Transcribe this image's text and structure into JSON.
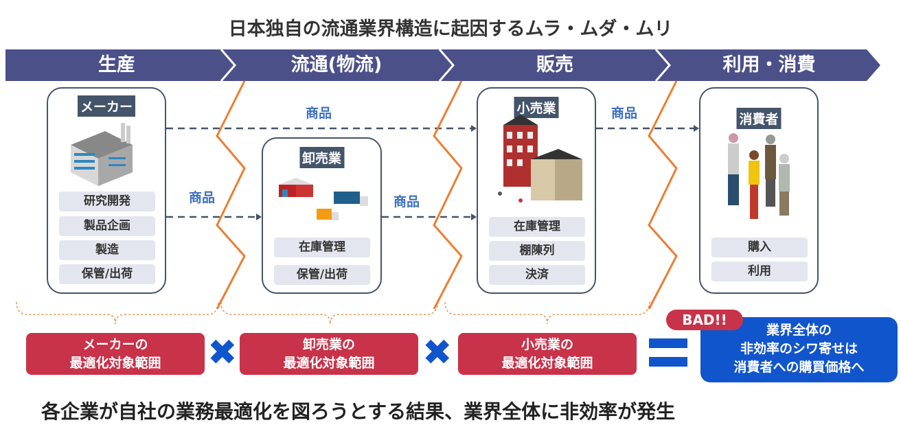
{
  "title": "日本独自の流通業界構造に起因するムラ・ムダ・ムリ",
  "stages": [
    "生産",
    "流通(物流)",
    "販売",
    "利用・消費"
  ],
  "actors": {
    "maker": {
      "label": "メーカー",
      "items": [
        "研究開発",
        "製品企画",
        "製造",
        "保管/出荷"
      ]
    },
    "wholesale": {
      "label": "卸売業",
      "items": [
        "在庫管理",
        "保管/出荷"
      ]
    },
    "retail": {
      "label": "小売業",
      "items": [
        "在庫管理",
        "棚陳列",
        "決済"
      ]
    },
    "consumer": {
      "label": "消費者",
      "items": [
        "購入",
        "利用"
      ]
    }
  },
  "goods_label": "商品",
  "scopes": [
    {
      "line1": "メーカーの",
      "line2": "最適化対象範囲"
    },
    {
      "line1": "卸売業の",
      "line2": "最適化対象範囲"
    },
    {
      "line1": "小売業の",
      "line2": "最適化対象範囲"
    }
  ],
  "bad_badge": "BAD!!",
  "result": {
    "line1": "業界全体の",
    "line2": "非効率のシワ寄せは",
    "line3": "消費者への購買価格へ"
  },
  "conclusion": "各企業が自社の業務最適化を図ろうとする結果、業界全体に非効率が発生",
  "colors": {
    "banner": "#4b5089",
    "red": "#c8334a",
    "blue": "#1155cc",
    "orange": "#ed7d31",
    "border": "#44546a"
  }
}
